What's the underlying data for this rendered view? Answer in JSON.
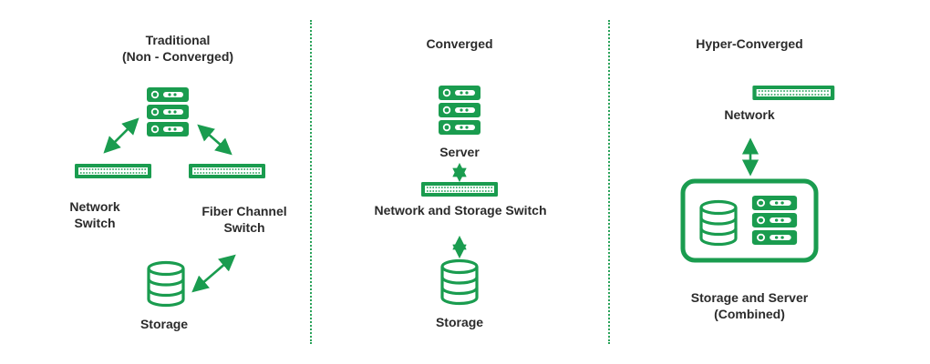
{
  "colors": {
    "accent": "#1a9c4f",
    "divider": "#2aa25a",
    "text": "#2b2b2b",
    "background": "#ffffff"
  },
  "traditional": {
    "title_line1": "Traditional",
    "title_line2": "(Non - Converged)",
    "network_switch_line1": "Network",
    "network_switch_line2": "Switch",
    "fiber_switch_line1": "Fiber Channel",
    "fiber_switch_line2": "Switch",
    "storage": "Storage"
  },
  "converged": {
    "title": "Converged",
    "server": "Server",
    "switch": "Network and Storage Switch",
    "storage": "Storage"
  },
  "hyper_converged": {
    "title": "Hyper-Converged",
    "network": "Network",
    "combined_line1": "Storage and Server",
    "combined_line2": "(Combined)"
  },
  "icons": [
    "server-icon",
    "switch-icon",
    "database-icon",
    "bidirectional-arrow-icon",
    "combined-appliance-icon"
  ]
}
